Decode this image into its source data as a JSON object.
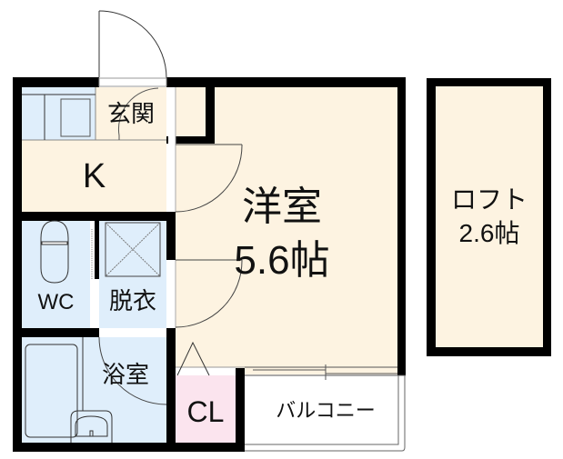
{
  "floorplan": {
    "rooms": {
      "entrance": {
        "label": "玄関"
      },
      "kitchen": {
        "label": "K"
      },
      "western_room": {
        "label_line1": "洋室",
        "label_line2": "5.6帖"
      },
      "toilet": {
        "label": "WC"
      },
      "dressing_room": {
        "label": "脱衣"
      },
      "bathroom": {
        "label": "浴室"
      },
      "closet": {
        "label": "CL"
      },
      "balcony": {
        "label": "バルコニー"
      },
      "loft": {
        "label_line1": "ロフト",
        "label_line2": "2.6帖"
      }
    },
    "colors": {
      "wall": "#000000",
      "living_floor": "#fdf3e1",
      "wet_area": "#dfeefb",
      "storage": "#fbe4ee",
      "balcony": "#ffffff"
    }
  }
}
